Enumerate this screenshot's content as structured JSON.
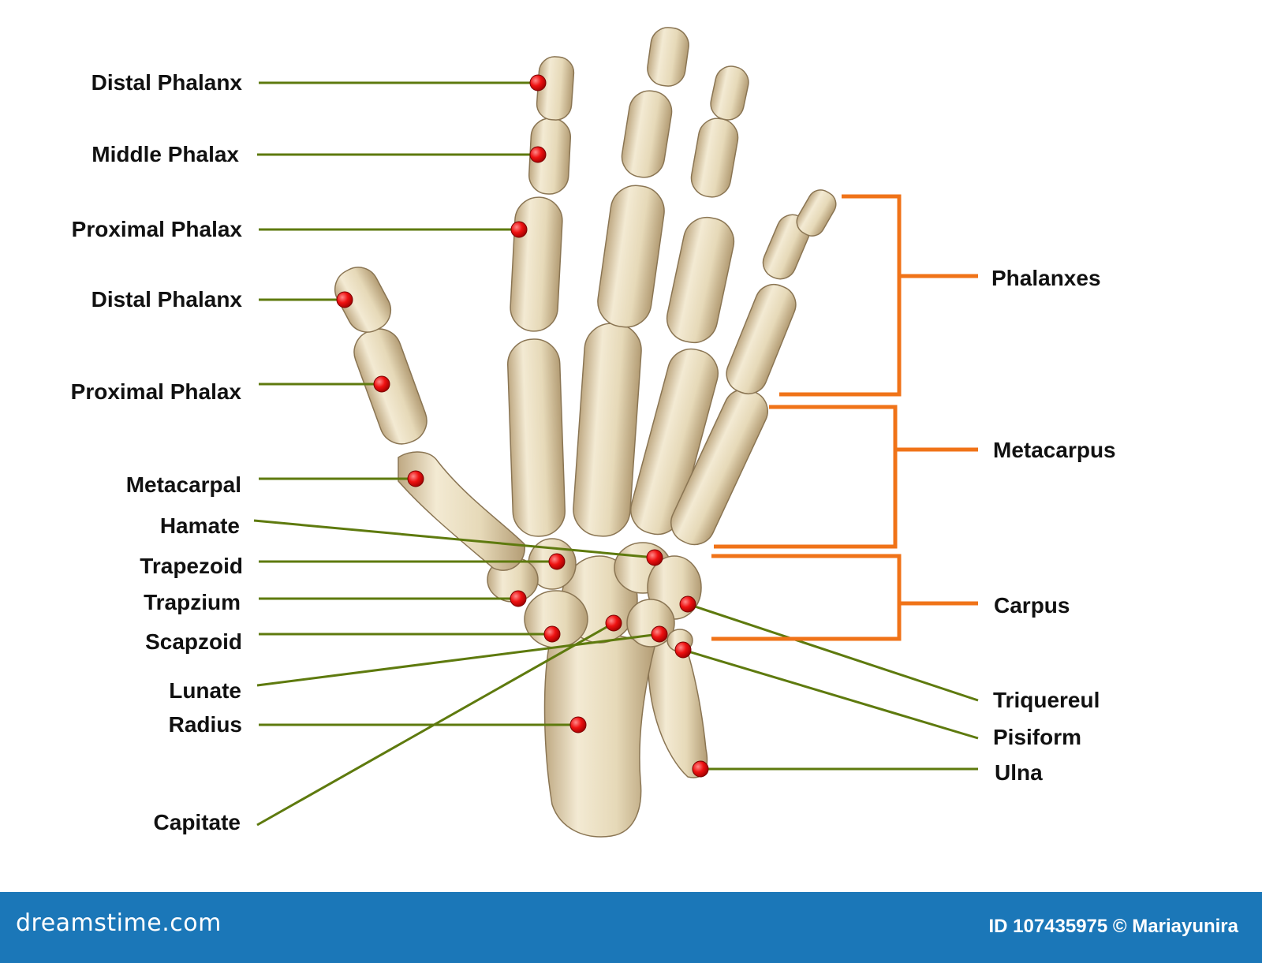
{
  "labels_left": {
    "distal_phalanx_1": "Distal Phalanx",
    "middle_phalax": "Middle Phalax",
    "proximal_phalax_1": "Proximal Phalax",
    "distal_phalanx_2": "Distal Phalanx",
    "proximal_phalax_2": "Proximal Phalax",
    "metacarpal": "Metacarpal",
    "hamate": "Hamate",
    "trapezoid": "Trapezoid",
    "trapzium": "Trapzium",
    "scapzoid": "Scapzoid",
    "lunate": "Lunate",
    "radius": "Radius",
    "capitate": "Capitate"
  },
  "labels_right": {
    "phalanxes": "Phalanxes",
    "metacarpus": "Metacarpus",
    "carpus": "Carpus",
    "triquereul": "Triquereul",
    "pisiform": "Pisiform",
    "ulna": "Ulna"
  },
  "footer": {
    "brand": "dreamstime.com",
    "credit": "ID 107435975 © Mariayunira"
  },
  "colors": {
    "leader_line": "#5e7a0e",
    "bracket": "#f07318",
    "marker": "#ee1111",
    "bone": "#e8dcbd",
    "footer_bar": "#1b77b8"
  }
}
